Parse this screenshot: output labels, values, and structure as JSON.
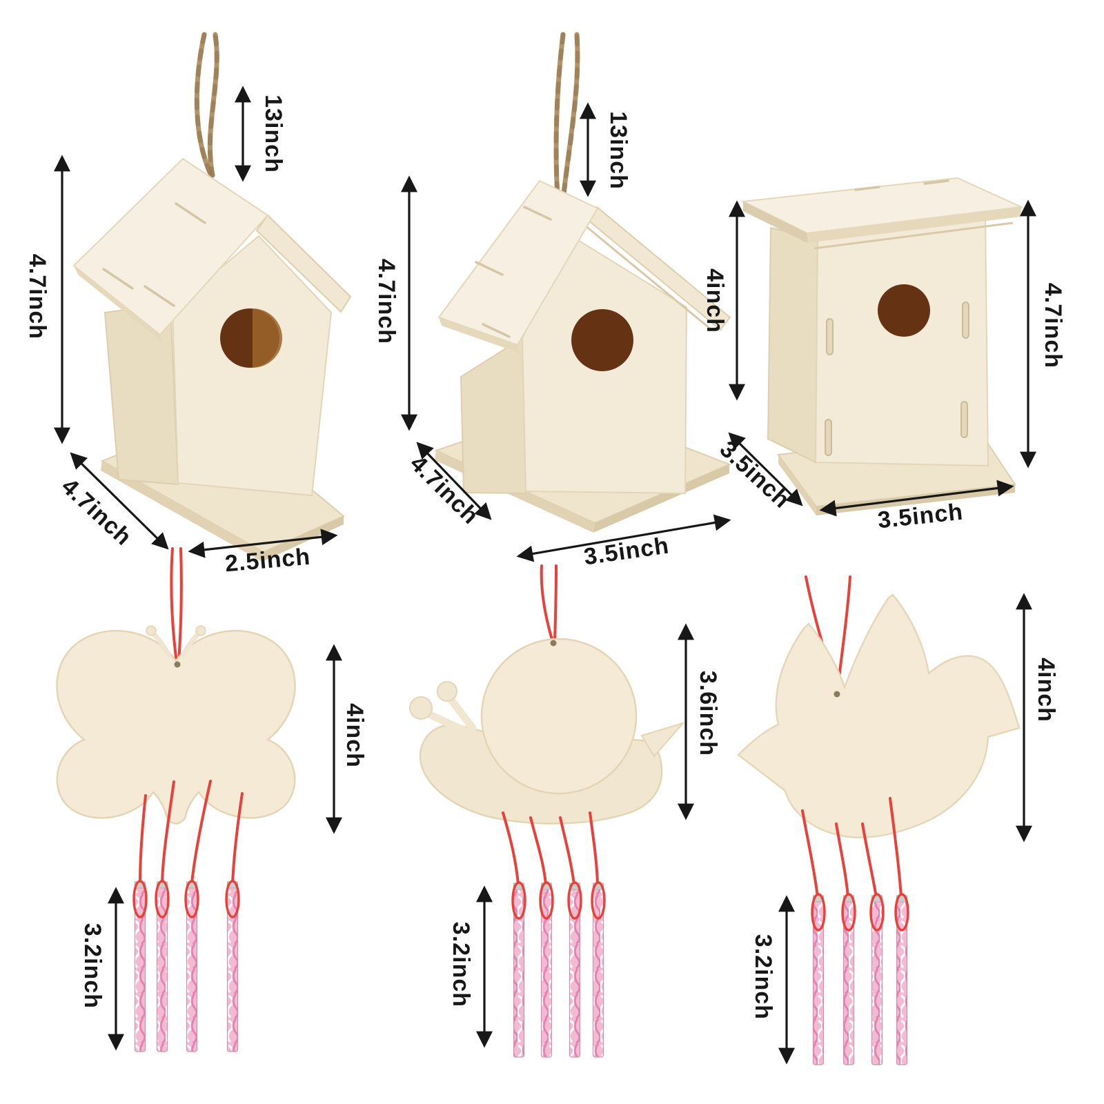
{
  "figure": {
    "kind": "product dimension diagram",
    "background": "#ffffff",
    "units": "inch"
  },
  "colors": {
    "wood_front": "#f3ead7",
    "wood_side": "#e8dcc1",
    "wood_roof": "#f6efe2",
    "wood_edge": "#ddcfb0",
    "hole_brown": "#653314",
    "hole_light": "#9c6429",
    "twine": "#b2936a",
    "string_red": "#e8413a",
    "tube_pink": "#f4bad2",
    "tube_cap": "#cdcdcd",
    "dimension_line": "#171717"
  },
  "birdhouses": [
    {
      "shape": "gabled birdhouse with twine hanger",
      "rope_length": "13inch",
      "height": "4.7inch",
      "depth": "4.7inch",
      "width": "2.5inch"
    },
    {
      "shape": "gabled birdhouse with twine hanger",
      "rope_length": "13inch",
      "height": "4.7inch",
      "depth": "4.7inch",
      "width": "3.5inch"
    },
    {
      "shape": "flat-roof box birdhouse",
      "front_height": "4inch",
      "back_height": "4.7inch",
      "depth": "3.5inch",
      "width": "3.5inch"
    }
  ],
  "wind_chimes": [
    {
      "shape": "butterfly",
      "shape_height": "4inch",
      "tube_length": "3.2inch",
      "tube_count": 4
    },
    {
      "shape": "snail",
      "shape_height": "3.6inch",
      "tube_length": "3.2inch",
      "tube_count": 4
    },
    {
      "shape": "dove",
      "shape_height": "4inch",
      "tube_length": "3.2inch",
      "tube_count": 4
    }
  ]
}
